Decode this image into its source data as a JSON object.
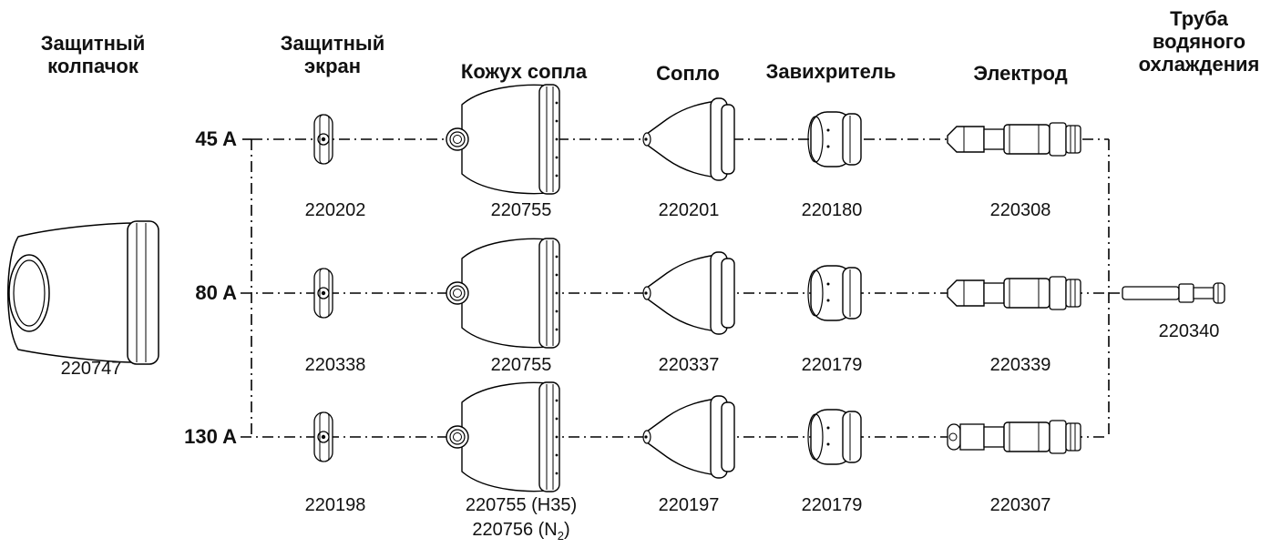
{
  "headers": {
    "shield_cap": "Защитный\nколпачок",
    "shield": "Защитный\nэкран",
    "nozzle_cap": "Кожух сопла",
    "nozzle": "Сопло",
    "swirl_ring": "Завихритель",
    "electrode": "Электрод",
    "water_tube": "Труба\nводяного\nохлаждения"
  },
  "amperages": [
    "45 A",
    "80 A",
    "130 A"
  ],
  "shield_cap_part": "220747",
  "water_tube_part": "220340",
  "rows": [
    {
      "shield": "220202",
      "nozzle_cap": "220755",
      "nozzle": "220201",
      "swirl_ring": "220180",
      "electrode": "220308"
    },
    {
      "shield": "220338",
      "nozzle_cap": "220755",
      "nozzle": "220337",
      "swirl_ring": "220179",
      "electrode": "220339"
    },
    {
      "shield": "220198",
      "nozzle_cap": "220755 (H35)",
      "nozzle_cap_alt": "220756 (N",
      "nozzle_cap_alt_sub": "2",
      "nozzle_cap_alt_end": ")",
      "nozzle": "220197",
      "swirl_ring": "220179",
      "electrode": "220307"
    }
  ]
}
